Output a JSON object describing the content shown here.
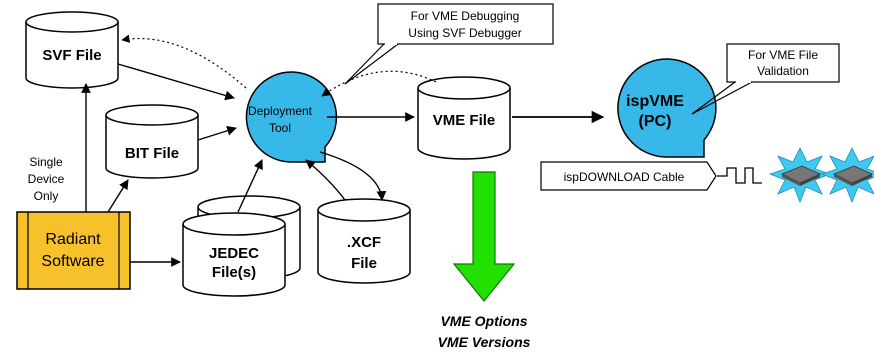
{
  "colors": {
    "tool_fill": "#38b8e8",
    "radiant_fill": "#f7c12b",
    "arrow_green": "#22e000",
    "chip_glow": "#3fc8f0",
    "chip_body": "#777777"
  },
  "nodes": {
    "svf": "SVF File",
    "bit": "BIT File",
    "jedec_line1": "JEDEC",
    "jedec_line2": "File(s)",
    "xcf_line1": ".XCF",
    "xcf_line2": "File",
    "vme": "VME File",
    "deploy_line1": "Deployment",
    "deploy_line2": "Tool",
    "ispvme_line1": "ispVME",
    "ispvme_line2": "(PC)",
    "radiant_line1": "Radiant",
    "radiant_line2": "Software",
    "cable": "ispDOWNLOAD Cable"
  },
  "notes": {
    "debug_line1": "For VME Debugging",
    "debug_line2": "Using SVF Debugger",
    "validate_line1": "For VME File",
    "validate_line2": "Validation",
    "single_line1": "Single",
    "single_line2": "Device",
    "single_line3": "Only"
  },
  "outputs": {
    "options": "VME Options",
    "versions": "VME Versions"
  },
  "icons": [
    "chip-icon",
    "chip-icon"
  ]
}
